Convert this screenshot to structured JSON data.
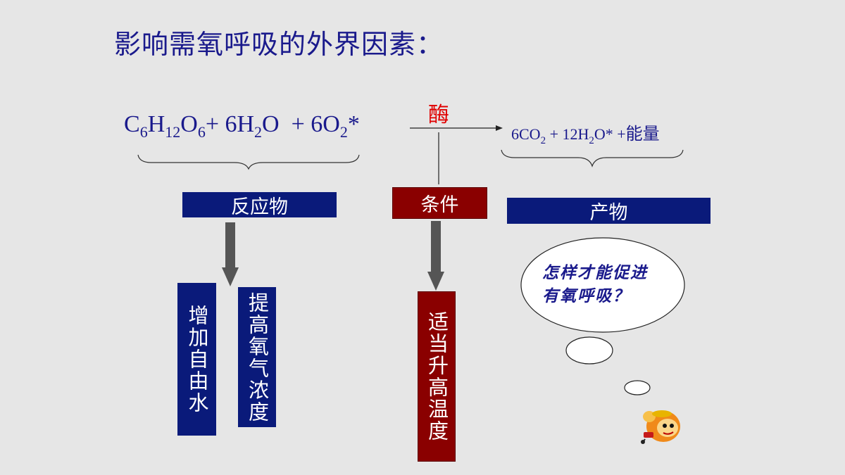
{
  "title": "影响需氧呼吸的外界因素：",
  "equation": {
    "lhs": {
      "t1": "C",
      "s1": "6",
      "t2": "H",
      "s2": "12",
      "t3": "O",
      "s3": "6",
      "t4": "+ 6H",
      "s4": "2",
      "t5": "O  + 6O",
      "s5": "2",
      "t6": "*"
    },
    "enzyme": "酶",
    "rhs": {
      "t1": "6CO",
      "s1": "2",
      "t2": " + 12H",
      "s2": "2",
      "t3": "O* +",
      "energy": "能量"
    }
  },
  "labels": {
    "reactants": "反应物",
    "conditions": "条件",
    "products": "产物"
  },
  "boxes": {
    "free_water": "增加自由水",
    "oxygen": "提高氧气浓度",
    "temperature": "适当升高温度"
  },
  "bubble": {
    "line1": "怎样才能促进",
    "line2": "有氧呼吸？"
  },
  "colors": {
    "background": "#e6e6e6",
    "blue_box": "#0a1a7a",
    "red_box": "#8a0000",
    "text_blue": "#1a1a8c",
    "enzyme_red": "#e00000",
    "arrow_gray": "#555555"
  },
  "icons": {
    "mascot": "monkey-mascot-icon"
  }
}
